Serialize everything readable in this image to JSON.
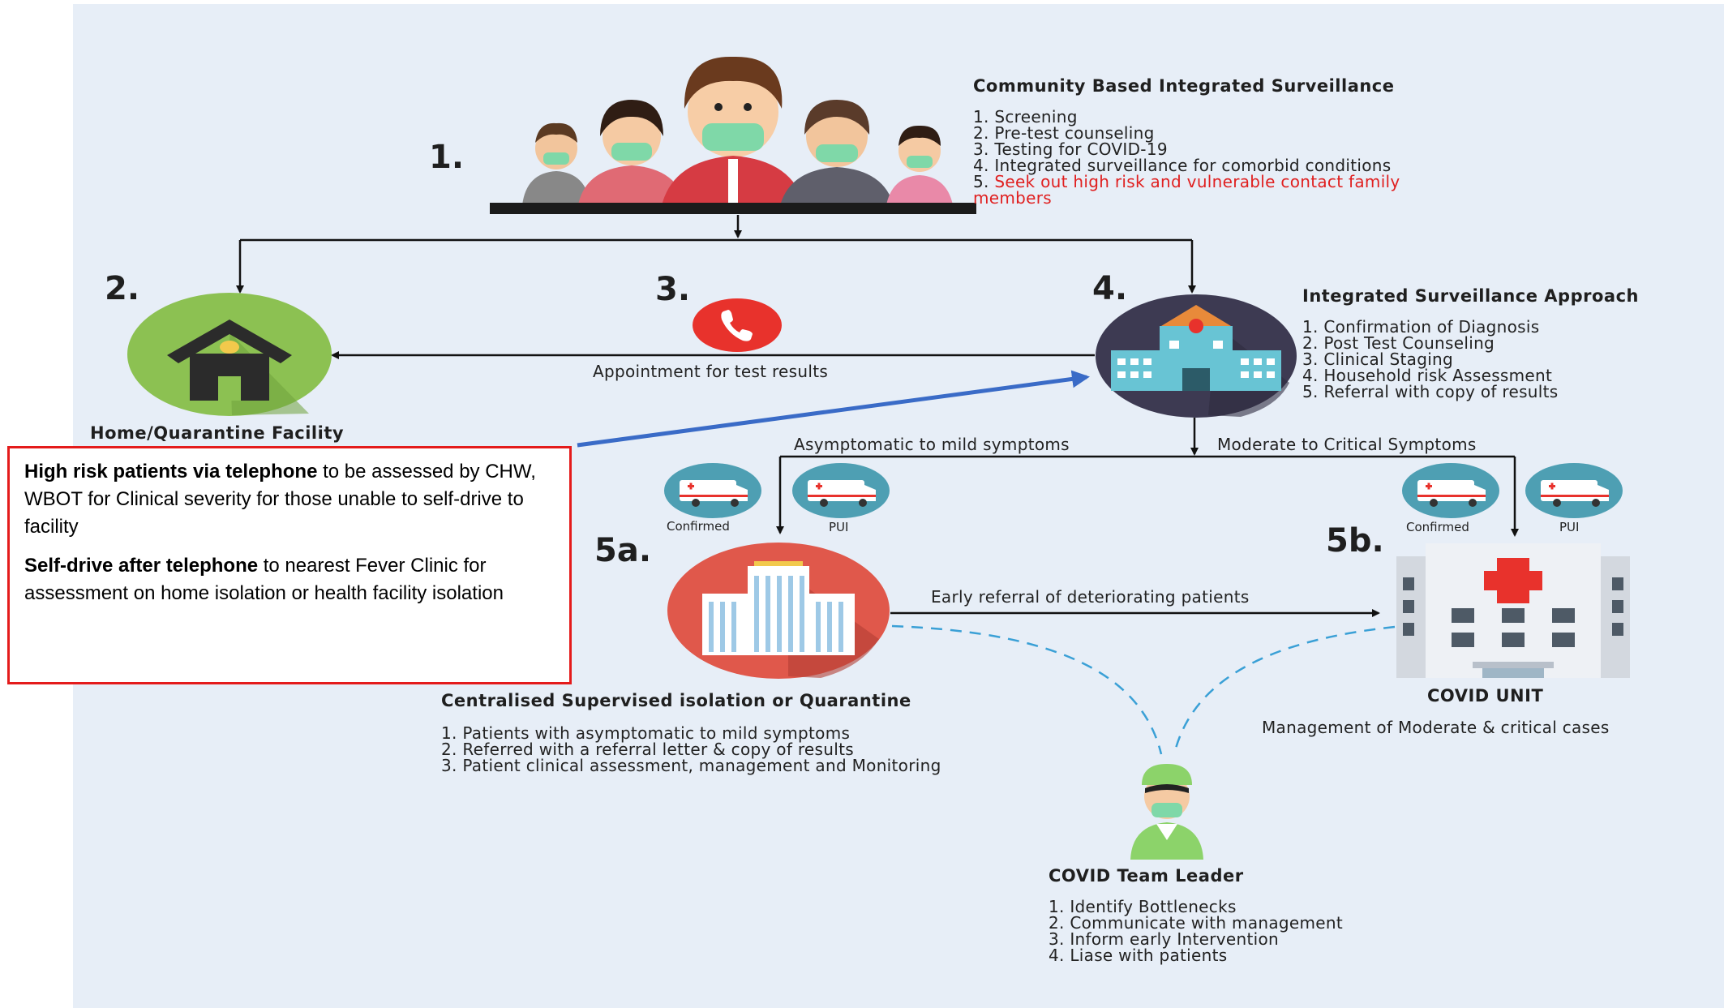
{
  "step1": {
    "number": "1.",
    "title": "Community Based Integrated Surveillance",
    "items": [
      "1. Screening",
      "2. Pre-test counseling",
      "3. Testing for COVID-19",
      "4. Integrated surveillance for comorbid conditions"
    ],
    "highlight_prefix": "5. ",
    "highlight_text": "Seek out high risk and vulnerable contact family",
    "highlight_text_2": "members"
  },
  "step2": {
    "number": "2.",
    "label": "Home/Quarantine Facility"
  },
  "step3": {
    "number": "3.",
    "label": "Appointment for test results"
  },
  "step4": {
    "number": "4.",
    "title": "Integrated Surveillance Approach",
    "items": [
      "1. Confirmation of Diagnosis",
      "2. Post Test Counseling",
      "3. Clinical Staging",
      "4. Household risk Assessment",
      "5. Referral with copy of results"
    ]
  },
  "branches": {
    "left": "Asymptomatic to mild symptoms",
    "right": "Moderate to Critical Symptoms"
  },
  "ambulances": {
    "confirmed": "Confirmed",
    "pui": "PUI"
  },
  "step5a": {
    "number": "5a.",
    "title": "Centralised Supervised isolation or Quarantine",
    "items": [
      "1. Patients with asymptomatic to mild symptoms",
      "2. Referred with a referral letter & copy of results",
      "3. Patient clinical assessment, management and Monitoring"
    ]
  },
  "referral": "Early referral of deteriorating patients",
  "step5b": {
    "number": "5b.",
    "title": "COVID UNIT",
    "subtitle": "Management of Moderate & critical cases"
  },
  "leader": {
    "title": "COVID Team Leader",
    "items": [
      "1. Identify Bottlenecks",
      "2. Communicate with management",
      "3. Inform early Intervention",
      "4. Liase with patients"
    ]
  },
  "callout": {
    "p1_bold": "High risk patients via telephone",
    "p1_rest": " to be assessed by CHW, WBOT for Clinical severity for those unable to self-drive to facility",
    "p2_bold": "Self-drive after telephone",
    "p2_rest": " to nearest Fever Clinic for assessment on home isolation or health facility isolation"
  },
  "colors": {
    "background": "#e7eef7",
    "arrow": "#111111",
    "blue_arrow": "#3a6bc7",
    "dashed": "#3aa0d6",
    "callout_border": "#e41b1b",
    "highlight_text": "#e02020",
    "house_circle": "#8cc152",
    "phone_circle": "#e8322c",
    "hospital_circle": "#3d3a52",
    "isolation_circle": "#e0584b",
    "ambulance_circle": "#4e9fb3",
    "leader_green": "#8cd36a"
  },
  "icons": [
    "people-group-icon",
    "house-icon",
    "phone-icon",
    "hospital-icon",
    "ambulance-icon",
    "isolation-building-icon",
    "covid-unit-hospital-icon",
    "team-leader-icon"
  ]
}
